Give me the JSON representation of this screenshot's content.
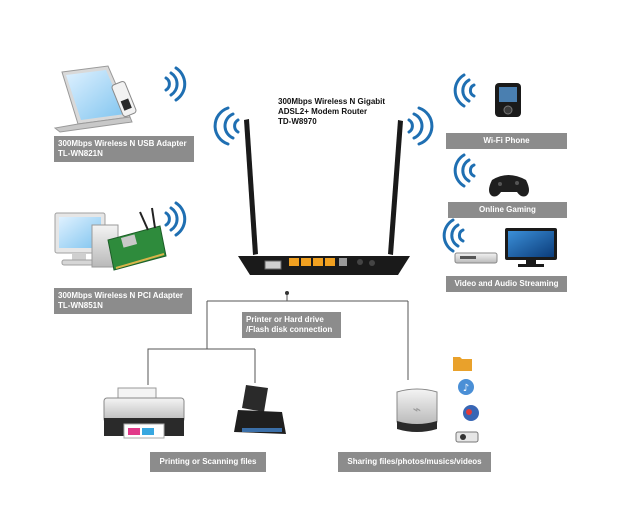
{
  "router": {
    "line1": "300Mbps Wireless N Gigabit",
    "line2": "ADSL2+ Modem Router",
    "line3": "TD-W8970"
  },
  "left": {
    "usb_adapter": {
      "line1": "300Mbps Wireless N USB Adapter",
      "line2": "TL-WN821N"
    },
    "pci_adapter": {
      "line1": "300Mbps Wireless N PCI Adapter",
      "line2": "TL-WN851N"
    }
  },
  "right": {
    "phone": "Wi-Fi Phone",
    "gaming": "Online Gaming",
    "streaming": "Video and Audio Streaming"
  },
  "bottom": {
    "usb_port": {
      "line1": "Printer or Hard drive",
      "line2": "/Flash disk connection"
    },
    "printing": "Printing or Scanning files",
    "sharing": "Sharing files/photos/musics/videos"
  },
  "colors": {
    "label_bg": "#8c8c8c",
    "wifi_blue": "#1f6fb2",
    "router_body": "#1a1a1a",
    "port_orange": "#f0a020"
  },
  "icons": [
    "wifi-icon",
    "laptop-icon",
    "usb-adapter-icon",
    "desktop-pc-icon",
    "pci-card-icon",
    "router-icon",
    "phone-icon",
    "gamepad-icon",
    "dvd-player-icon",
    "tv-icon",
    "printer-icon",
    "scanner-icon",
    "hard-drive-icon",
    "folder-icon",
    "music-file-icon",
    "video-file-icon",
    "camera-icon"
  ]
}
